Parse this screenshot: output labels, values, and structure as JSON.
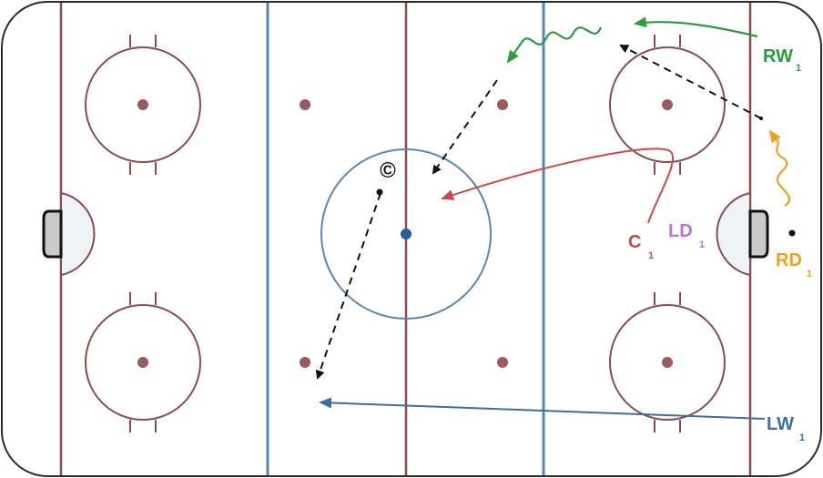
{
  "diagram": {
    "colors": {
      "board": "#2b2b2b",
      "red_line": "#8b4a4f",
      "blue_line": "#5b86b4",
      "faceoff_dot": "#9b5a5e",
      "center_dot": "#2a5aa0",
      "crease_fill": "#eef3f8",
      "net_fill": "#c9c9c9",
      "puck_pass": "#111111",
      "center_path": "#c94a4a",
      "rw_path": "#2e9a3e",
      "lw_path": "#3e6ea0",
      "rd_path": "#f0a020"
    },
    "puck_symbol": "©",
    "players": {
      "rw": {
        "name": "RW",
        "sub": "1",
        "color": "#2e9a3e"
      },
      "c": {
        "name": "C",
        "sub": "1",
        "color": "#c94a4a"
      },
      "ld": {
        "name": "LD",
        "sub": "1",
        "color": "#c070d0"
      },
      "rd": {
        "name": "RD",
        "sub": "1",
        "color": "#f0a020"
      },
      "lw": {
        "name": "LW",
        "sub": "1",
        "color": "#3e6ea0"
      }
    }
  }
}
